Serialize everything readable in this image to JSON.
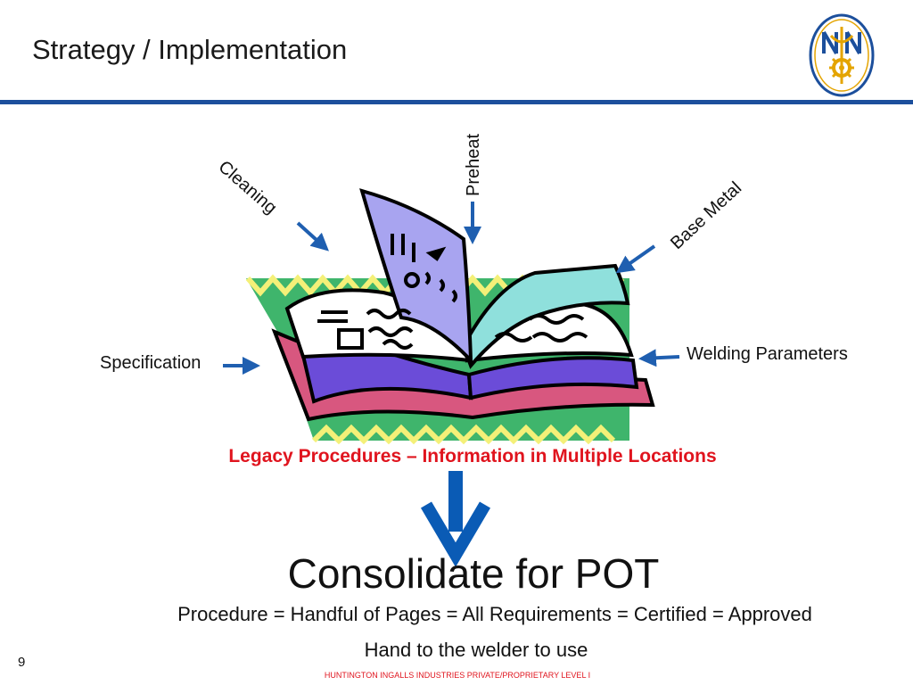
{
  "slide": {
    "title": "Strategy / Implementation",
    "page_number": "9",
    "footer": "HUNTINGTON INGALLS INDUSTRIES PRIVATE/PROPRIETARY LEVEL I"
  },
  "diagram": {
    "labels": {
      "cleaning": "Cleaning",
      "preheat": "Preheat",
      "base_metal": "Base Metal",
      "specification": "Specification",
      "welding_parameters": "Welding Parameters"
    },
    "caption": "Legacy Procedures – Information in Multiple Locations"
  },
  "result": {
    "heading": "Consolidate for POT",
    "equation": "Procedure = Handful of Pages = All Requirements = Certified = Approved",
    "note": "Hand to the welder to use"
  },
  "colors": {
    "accent_blue": "#1c4f9c",
    "arrow_blue": "#1f5fb0",
    "highlight_red": "#e0141e"
  }
}
